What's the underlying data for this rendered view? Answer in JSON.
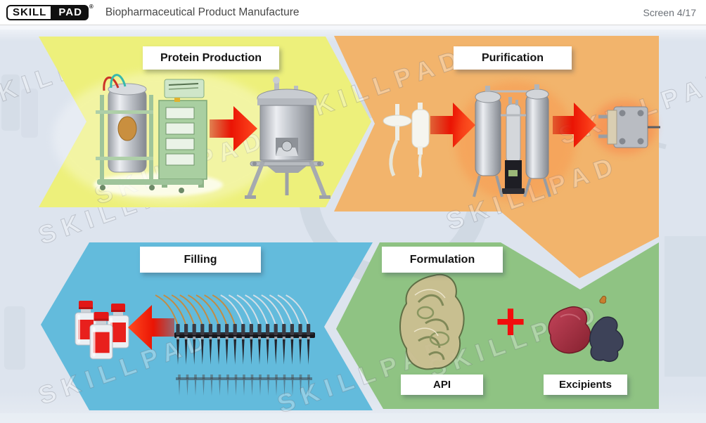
{
  "header": {
    "logo": {
      "skill": "SKILL",
      "pad": "PAD",
      "registered": "®"
    },
    "title": "Biopharmaceutical Product Manufacture",
    "screen_indicator": "Screen 4/17"
  },
  "diagram": {
    "watermark": "SKILLPAD",
    "background_color": "#dde4ee",
    "arrow_color": "#e81505",
    "stages": {
      "protein_production": {
        "label": "Protein Production",
        "color": "#edf07b"
      },
      "purification": {
        "label": "Purification",
        "color": "#f2b46c"
      },
      "formulation": {
        "label": "Formulation",
        "color": "#8fc383",
        "api_label": "API",
        "excipients_label": "Excipients",
        "plus_sign": "+"
      },
      "filling": {
        "label": "Filling",
        "color": "#63bbdc"
      }
    }
  }
}
